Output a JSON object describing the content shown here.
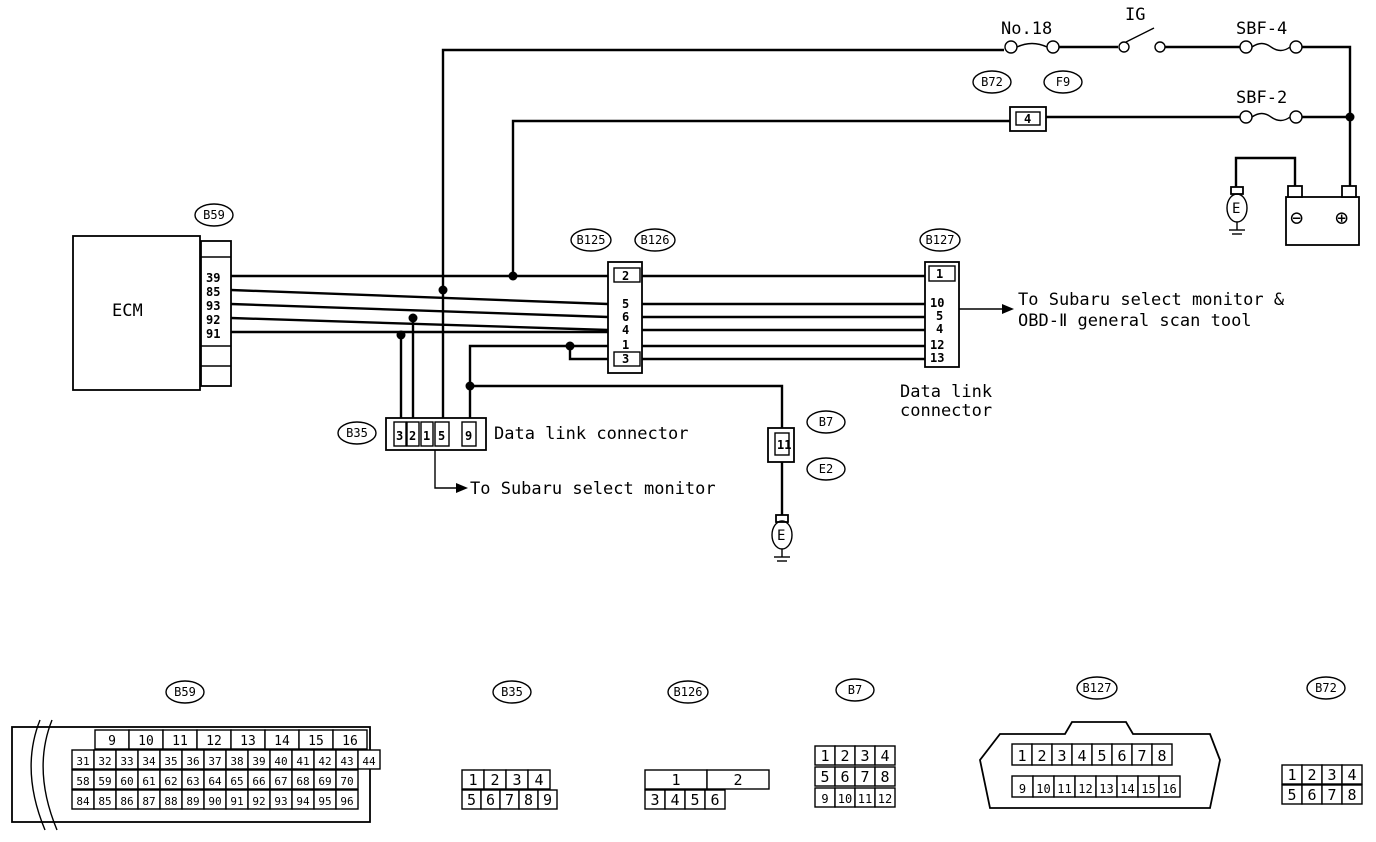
{
  "ecm_label": "ECM",
  "fuses": {
    "no18": "No.18",
    "ig": "IG",
    "sbf4": "SBF-4",
    "sbf2": "SBF-2"
  },
  "tags": {
    "b59": "B59",
    "b72": "B72",
    "f9": "F9",
    "b125": "B125",
    "b126": "B126",
    "b127": "B127",
    "b35": "B35",
    "b7": "B7",
    "e2": "E2"
  },
  "ecm_pins": [
    "39",
    "85",
    "93",
    "92",
    "91"
  ],
  "b126_pins": [
    "2",
    "5",
    "6",
    "4",
    "1",
    "3"
  ],
  "b127_pins": [
    "1",
    "10",
    "5",
    "4",
    "12",
    "13"
  ],
  "b35_pins": [
    "3",
    "2",
    "1",
    "5",
    "9"
  ],
  "b72_pin": "4",
  "b7_pin": "11",
  "ground_symbol": "E",
  "battery": {
    "minus": "⊖",
    "plus": "⊕"
  },
  "labels": {
    "dlc_b35": "Data link connector",
    "to_ssm": "To Subaru select monitor",
    "to_ssm_obd_1": "To Subaru select monitor &",
    "to_ssm_obd_2": "OBD-Ⅱ general scan tool",
    "dlc_b127_1": "Data link",
    "dlc_b127_2": "connector"
  },
  "connector_faces": {
    "b59": {
      "title": "B59",
      "row1": [
        "9",
        "10",
        "11",
        "12",
        "13",
        "14",
        "15",
        "16"
      ],
      "row2": [
        "31",
        "32",
        "33",
        "34",
        "35",
        "36",
        "37",
        "38",
        "39",
        "40",
        "41",
        "42",
        "43",
        "44"
      ],
      "row3": [
        "58",
        "59",
        "60",
        "61",
        "62",
        "63",
        "64",
        "65",
        "66",
        "67",
        "68",
        "69",
        "70"
      ],
      "row4": [
        "84",
        "85",
        "86",
        "87",
        "88",
        "89",
        "90",
        "91",
        "92",
        "93",
        "94",
        "95",
        "96"
      ]
    },
    "b35": {
      "title": "B35",
      "row1": [
        "1",
        "2",
        "3",
        "4"
      ],
      "row2": [
        "5",
        "6",
        "7",
        "8",
        "9"
      ]
    },
    "b126": {
      "title": "B126",
      "row1": [
        "1",
        "2"
      ],
      "row2": [
        "3",
        "4",
        "5",
        "6"
      ]
    },
    "b7": {
      "title": "B7",
      "row1": [
        "1",
        "2",
        "3",
        "4"
      ],
      "row2": [
        "5",
        "6",
        "7",
        "8"
      ],
      "row3": [
        "9",
        "10",
        "11",
        "12"
      ]
    },
    "b127": {
      "title": "B127",
      "row1": [
        "1",
        "2",
        "3",
        "4",
        "5",
        "6",
        "7",
        "8"
      ],
      "row2": [
        "9",
        "10",
        "11",
        "12",
        "13",
        "14",
        "15",
        "16"
      ]
    },
    "b72": {
      "title": "B72",
      "row1": [
        "1",
        "2",
        "3",
        "4"
      ],
      "row2": [
        "5",
        "6",
        "7",
        "8"
      ]
    }
  }
}
